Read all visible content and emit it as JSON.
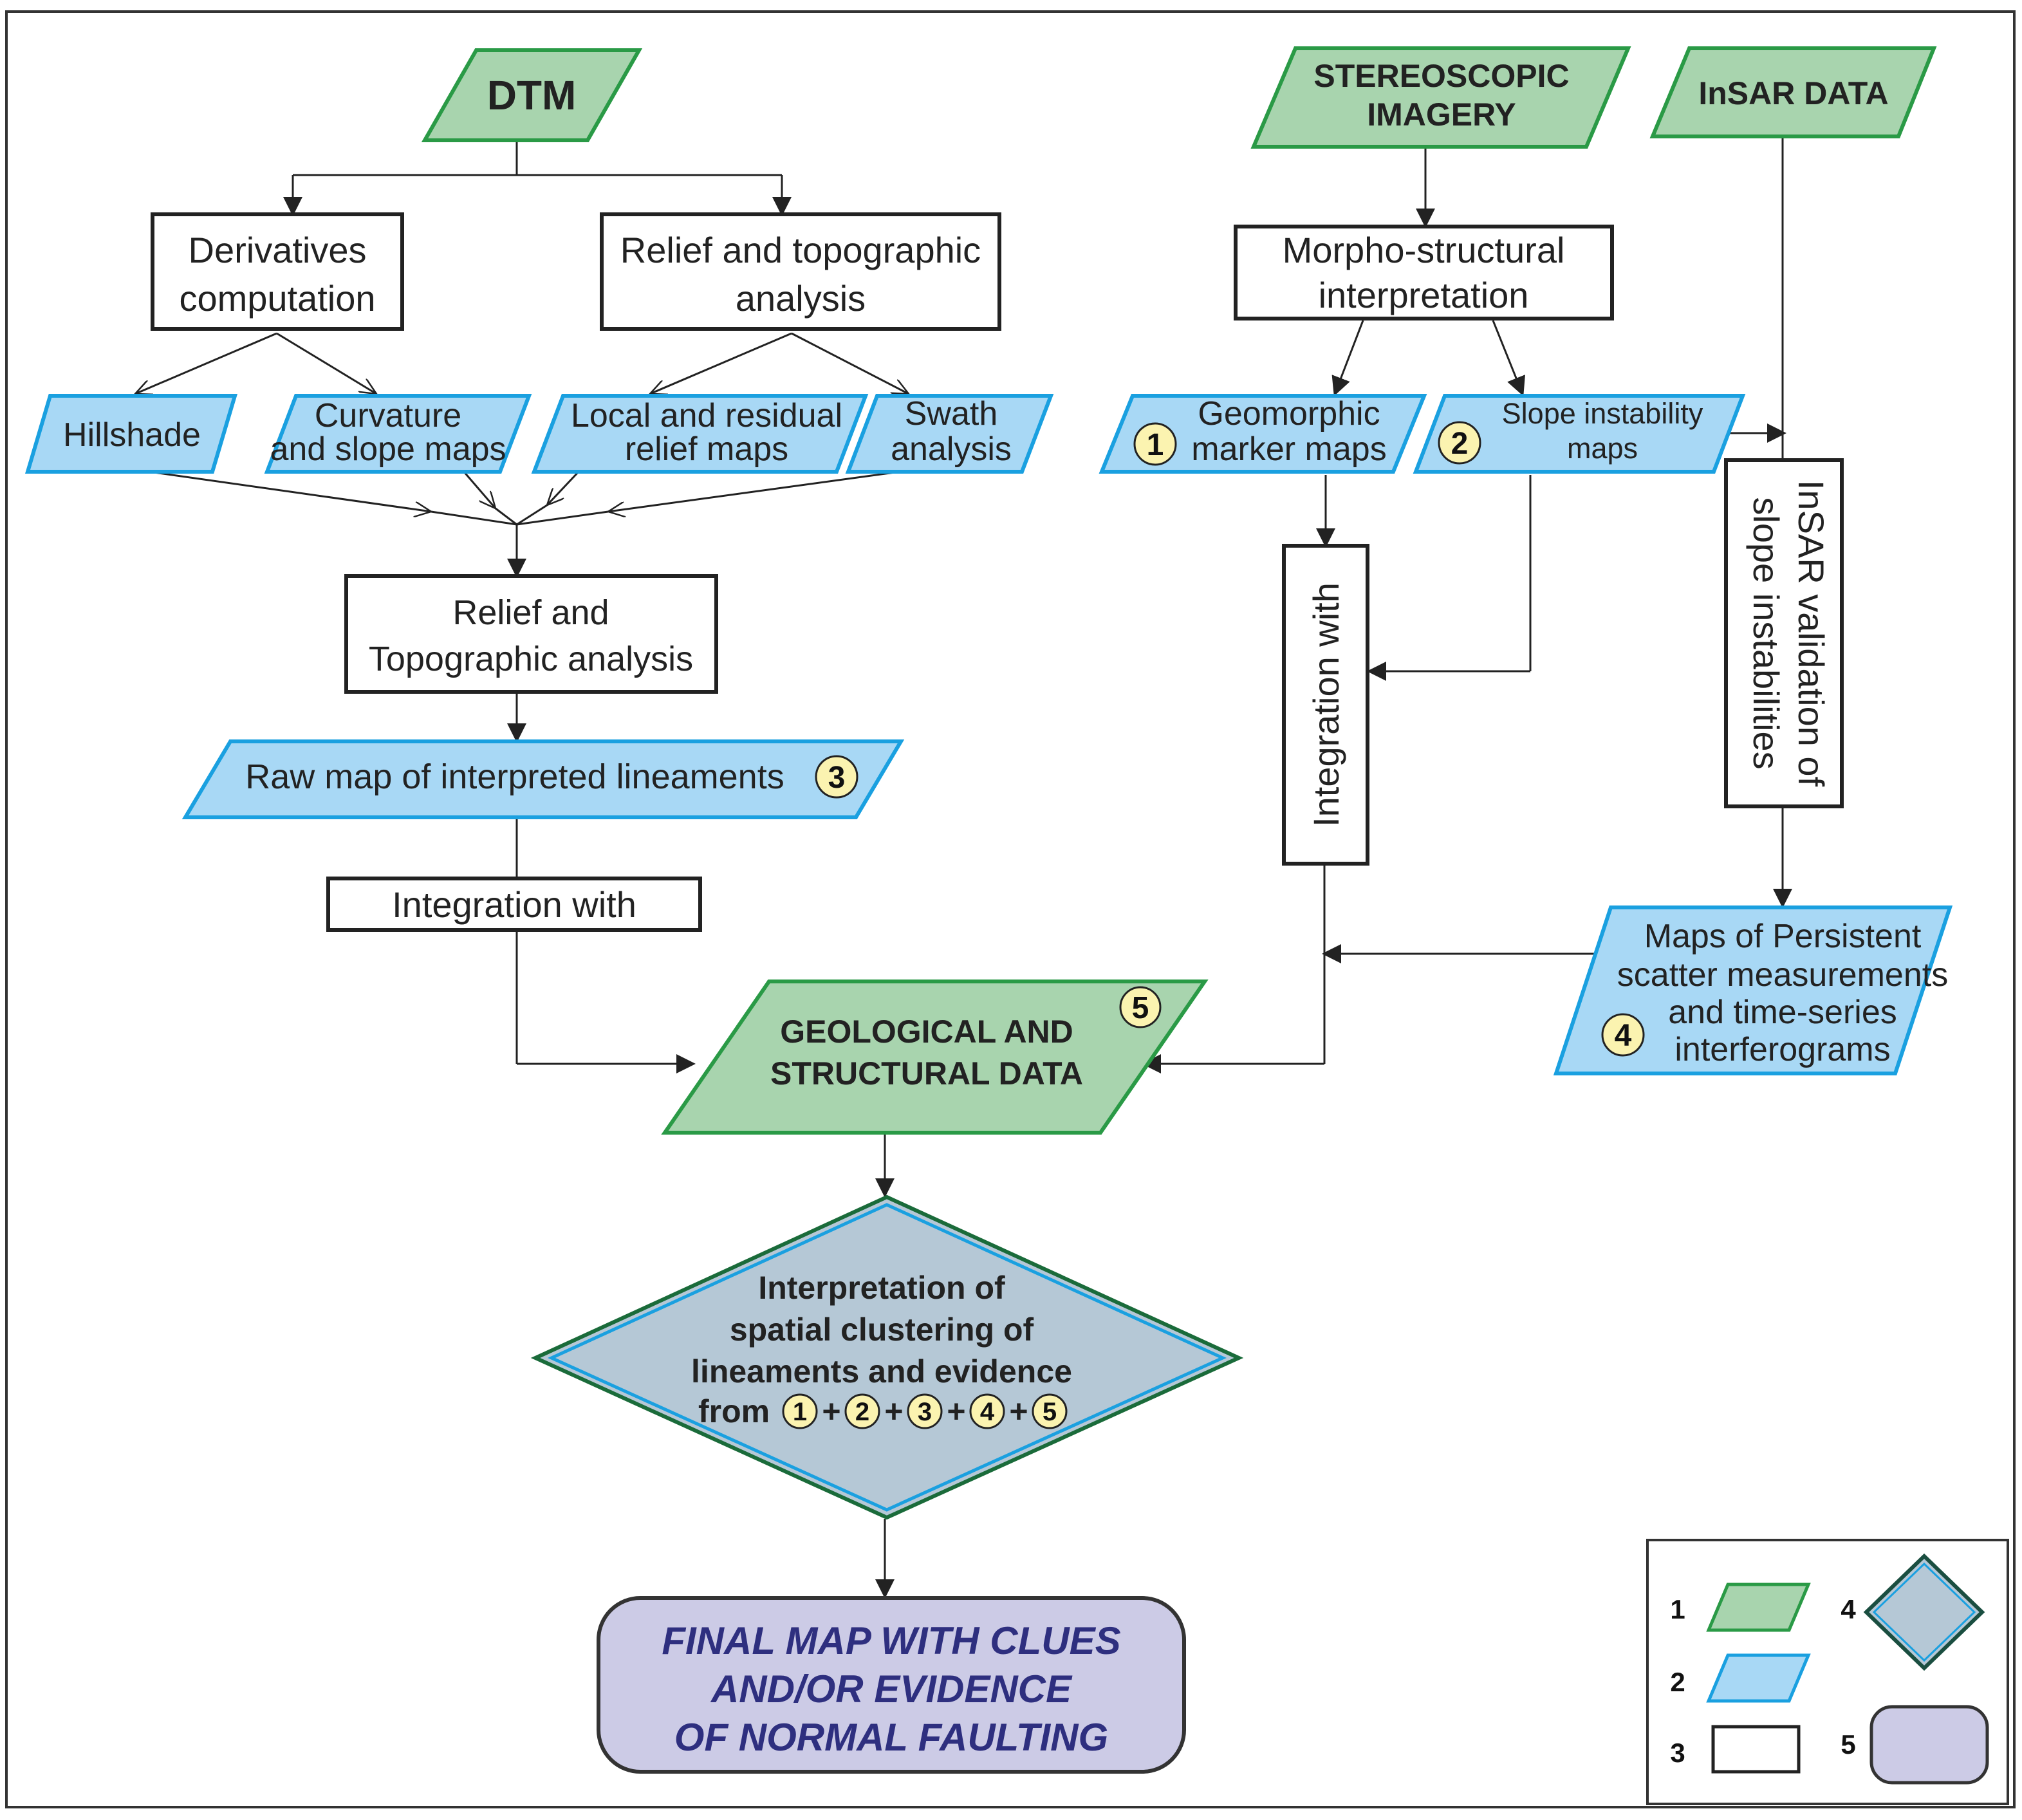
{
  "colors": {
    "green_fill": "#a8d4ae",
    "green_stroke": "#2a9a46",
    "blue_fill": "#a8d8f5",
    "blue_stroke": "#1aa0e0",
    "diamond_fill": "#b5c8d6",
    "final_fill": "#cccbe6",
    "final_text": "#2e2f7f",
    "badge_fill": "#fbf3b0"
  },
  "inputs": {
    "dtm": [
      "DTM"
    ],
    "stereo": [
      "STEREOSCOPIC",
      "IMAGERY"
    ],
    "insar": [
      "InSAR DATA"
    ],
    "geo": [
      "GEOLOGICAL AND",
      "STRUCTURAL DATA"
    ]
  },
  "process": {
    "derivatives": [
      "Derivatives",
      "computation"
    ],
    "relief_topo": [
      "Relief and topographic",
      "analysis"
    ],
    "morpho": [
      "Morpho-structural",
      "interpretation"
    ],
    "relief2": [
      "Relief and",
      "Topographic analysis"
    ],
    "integration_left": [
      "Integration with"
    ],
    "integration_vertical": [
      "Integration with"
    ],
    "insar_validation": [
      "InSAR validation of",
      "slope instabilities"
    ]
  },
  "products": {
    "hillshade": [
      "Hillshade"
    ],
    "curvature": [
      "Curvature",
      "and slope maps"
    ],
    "local_residual": [
      "Local and residual",
      "relief maps"
    ],
    "swath": [
      "Swath",
      "analysis"
    ],
    "geomorphic": [
      "Geomorphic",
      "marker maps"
    ],
    "slope_instability": [
      "Slope instability",
      "maps"
    ],
    "raw_map": [
      "Raw map of interpreted lineaments"
    ],
    "persistent": [
      "Maps of Persistent",
      "scatter measurements",
      "and time-series",
      "interferograms"
    ]
  },
  "decision": {
    "lines": [
      "Interpretation of",
      "spatial clustering of",
      "lineaments and evidence"
    ],
    "from_prefix": "from",
    "plus": "+"
  },
  "final": [
    "FINAL MAP WITH CLUES",
    "AND/OR EVIDENCE",
    "OF NORMAL FAULTING"
  ],
  "badges": [
    "1",
    "2",
    "3",
    "4",
    "5"
  ],
  "legend": {
    "items": [
      "1",
      "2",
      "3",
      "4",
      "5"
    ]
  }
}
